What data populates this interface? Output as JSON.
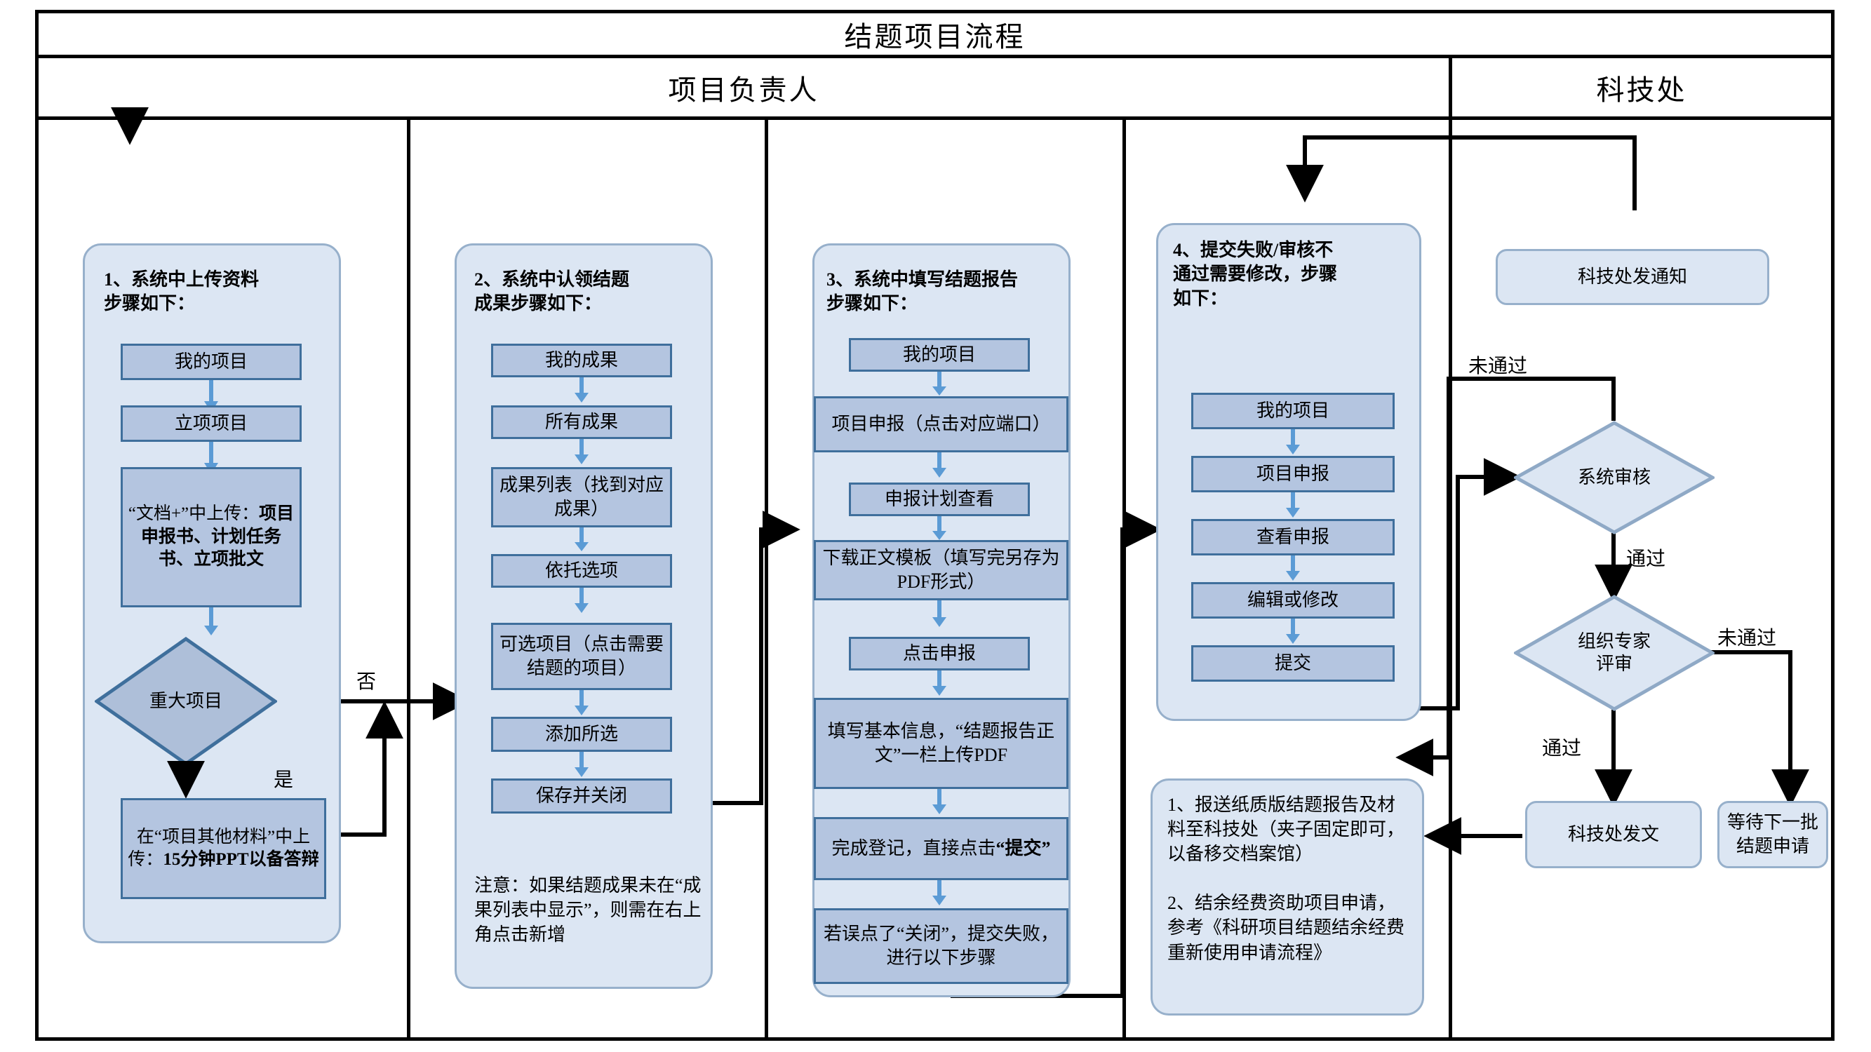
{
  "header": {
    "title": "结题项目流程",
    "lanes": [
      {
        "name": "项目负责人"
      },
      {
        "name": "科技处"
      }
    ]
  },
  "columns": [
    {
      "id": "col1",
      "heading": "1、系统中上传资料\n步骤如下：",
      "steps": [
        {
          "label": "我的项目",
          "bold": false
        },
        {
          "label": "立项项目",
          "bold": false
        },
        {
          "label": "“文档+”中上传：项目申报书、计划任务书、立项批文",
          "bold_part": "项目申报书、计划任务书、立项批文"
        }
      ],
      "decision": {
        "label": "重大项目",
        "yes": "是",
        "no": "否"
      },
      "final_step": {
        "label": "在“项目其他材料”中上传：15分钟PPT以备答辩",
        "bold_part": "15分钟PPT以备答辩"
      }
    },
    {
      "id": "col2",
      "heading": "2、系统中认领结题\n成果步骤如下：",
      "steps": [
        {
          "label": "我的成果"
        },
        {
          "label": "所有成果"
        },
        {
          "label": "成果列表（找到对应成果）"
        },
        {
          "label": "依托选项"
        },
        {
          "label": "可选项目（点击需要结题的项目）"
        },
        {
          "label": "添加所选"
        },
        {
          "label": "保存并关闭"
        }
      ],
      "note": "注意：如果结题成果未在“成果列表中显示”，则需在右上角点击新增"
    },
    {
      "id": "col3",
      "heading": "3、系统中填写结题报告\n步骤如下：",
      "steps": [
        {
          "label": "我的项目"
        },
        {
          "label": "项目申报（点击对应端口）"
        },
        {
          "label": "申报计划查看"
        },
        {
          "label": "下载正文模板（填写完另存为PDF形式）"
        },
        {
          "label": "点击申报"
        },
        {
          "label": "填写基本信息，“结题报告正文”一栏上传PDF"
        },
        {
          "label": "完成登记，直接点击“提交”",
          "bold_part": "“提交”"
        },
        {
          "label": "若误点了“关闭”，提交失败，进行以下步骤"
        }
      ]
    },
    {
      "id": "col4",
      "heading": "4、提交失败/审核不\n通过需要修改，步骤\n如下：",
      "steps": [
        {
          "label": "我的项目"
        },
        {
          "label": "项目申报"
        },
        {
          "label": "查看申报"
        },
        {
          "label": "编辑或修改"
        },
        {
          "label": "提交"
        }
      ],
      "bottom_note": "1、报送纸质版结题报告及材料至科技处（夹子固定即可，以备移交档案馆）\n\n2、结余经费资助项目申请，参考《科研项目结题结余经费重新使用申请流程》"
    }
  ],
  "right_lane": {
    "notice_box": "科技处发通知",
    "decisions": [
      {
        "label": "系统审核",
        "pass": "通过",
        "fail": "未通过"
      },
      {
        "label": "组织专家评审",
        "pass": "通过",
        "fail": "未通过"
      }
    ],
    "results": [
      {
        "label": "科技处发文"
      },
      {
        "label": "等待下一批结题申请"
      }
    ]
  },
  "colors": {
    "group_fill": "#dce6f3",
    "group_border": "#97b0cb",
    "box_fill": "#b4c5e0",
    "box_border": "#3f6f9c",
    "arrow_blue": "#5b9bd5",
    "connector_black": "#000000"
  }
}
